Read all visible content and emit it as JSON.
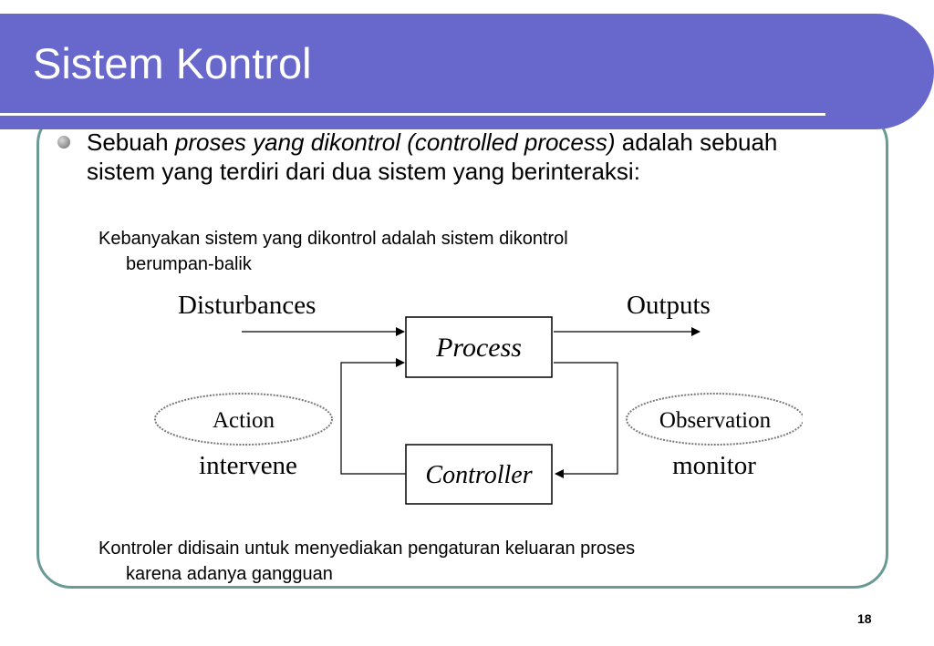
{
  "slide": {
    "title": "Sistem Kontrol",
    "bullet": {
      "prefix": "Sebuah ",
      "emphasis": "proses yang dikontrol (controlled process)",
      "suffix": " adalah sebuah sistem yang terdiri dari dua sistem yang berinteraksi:"
    },
    "sub_points": [
      {
        "line1": "Kebanyakan sistem yang dikontrol adalah sistem dikontrol",
        "line2": "berumpan-balik"
      },
      {
        "line1": "Kontroler didisain untuk menyediakan pengaturan keluaran proses",
        "line2": "karena adanya gangguan"
      }
    ],
    "page_number": "18"
  },
  "diagram": {
    "disturbances": "Disturbances",
    "outputs": "Outputs",
    "process": "Process",
    "controller": "Controller",
    "action": "Action",
    "observation": "Observation",
    "intervene": "intervene",
    "monitor": "monitor"
  },
  "colors": {
    "title_band": "#6868cc",
    "frame_border": "#6a9a94",
    "text": "#000000"
  }
}
